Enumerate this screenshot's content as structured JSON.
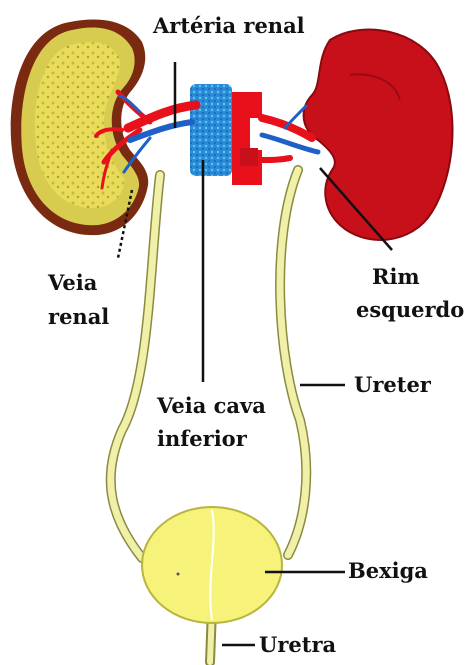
{
  "labels": {
    "arteria_renal": "Artéria renal",
    "veia_renal_1": "Veia",
    "veia_renal_2": "renal",
    "rim_esquerdo_1": "Rim",
    "rim_esquerdo_2": "esquerdo",
    "ureter": "Ureter",
    "veia_cava_1": "Veia cava",
    "veia_cava_2": "inferior",
    "bexiga": "Bexiga",
    "uretra": "Uretra"
  },
  "colors": {
    "kidney_right_fill": "#e8dc5a",
    "kidney_right_rim": "#7a2a10",
    "kidney_left": "#c8101a",
    "artery": "#e8101a",
    "vein": "#1e60c8",
    "vena_cava": "#2a8ad8",
    "ureter": "#f0f0a8",
    "bladder": "#f6f27a"
  }
}
